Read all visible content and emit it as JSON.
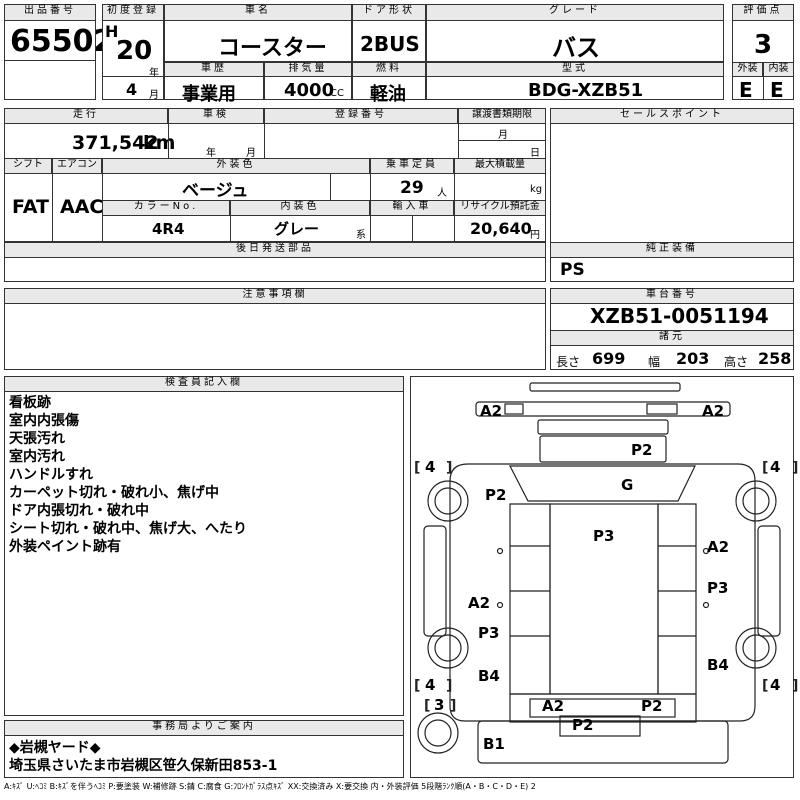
{
  "header": {
    "lot_label": "出品番号",
    "lot_value": "65502",
    "first_reg_label": "初度登録",
    "era": "H",
    "year": "20",
    "year_unit": "年",
    "month": "4",
    "month_unit": "月",
    "car_name_label": "車名",
    "car_name": "コースター",
    "door_label": "ドア形状",
    "door": "2BUS",
    "grade_label": "グレード",
    "grade": "バス",
    "score_label": "評価点",
    "score": "3",
    "history_label": "車歴",
    "history": "事業用",
    "displacement_label": "排気量",
    "displacement": "4000",
    "displacement_unit": "CC",
    "fuel_label": "燃料",
    "fuel": "軽油",
    "model_label": "型式",
    "model": "BDG-XZB51",
    "exterior_label": "外装",
    "exterior": "E",
    "interior_label": "内装",
    "interior": "E"
  },
  "spec": {
    "mileage_label": "走行",
    "mileage": "371,542",
    "mileage_unit": "km",
    "inspection_label": "車検",
    "inspection_year_unit": "年",
    "inspection_month_unit": "月",
    "reg_no_label": "登録番号",
    "transfer_label": "譲渡書類期限",
    "transfer_month_unit": "月",
    "transfer_day_unit": "日",
    "shift_label": "シフト",
    "shift": "FAT",
    "ac_label": "エアコン",
    "ac": "AAC",
    "ext_color_label": "外装色",
    "ext_color": "ベージュ",
    "capacity_label": "乗車定員",
    "capacity": "29",
    "capacity_unit": "人",
    "load_label": "最大積載量",
    "load_unit": "kg",
    "color_no_label": "カラーNo.",
    "color_no": "4R4",
    "int_color_label": "内装色",
    "int_color": "グレー",
    "int_color_unit": "系",
    "import_label": "輸入車",
    "recycle_label": "リサイクル預託金",
    "recycle": "20,640",
    "recycle_unit": "円",
    "later_parts_label": "後日発送部品",
    "caution_label": "注意事項欄"
  },
  "right": {
    "sales_point_label": "セールスポイント",
    "equipment_label": "純正装備",
    "equipment": "PS",
    "chassis_label": "車台番号",
    "chassis": "XZB51-0051194",
    "dims_label": "諸元",
    "length_label": "長さ",
    "length": "699",
    "width_label": "幅",
    "width": "203",
    "height_label": "高さ",
    "height": "258"
  },
  "inspector": {
    "label": "検査員記入欄",
    "notes": [
      "看板跡",
      "室内内張傷",
      "天張汚れ",
      "室内汚れ",
      "ハンドルすれ",
      "カーペット切れ・破れ小、焦げ中",
      "ドア内張切れ・破れ中",
      "シート切れ・破れ中、焦げ大、へたり",
      "外装ペイント跡有"
    ]
  },
  "office": {
    "label": "事務局よりご案内",
    "line1": "◆岩槻ヤード◆",
    "line2": "埼玉県さいたま市岩槻区笹久保新田853-1"
  },
  "diagram_marks": {
    "front_left": "A2",
    "front_right": "A2",
    "hood": "P2",
    "windshield": "G",
    "left_front_door": "P2",
    "roof": "P3",
    "right_front": "A2",
    "right_mid": "P3",
    "left_mid": "A2",
    "left_rear": "P3",
    "left_rear_wheel": "B4",
    "right_rear_wheel": "B4",
    "rear_left": "A2",
    "rear_right": "P2",
    "rear_center": "P2",
    "rear_bumper": "B1",
    "tire_fl": "4",
    "tire_fr": "4",
    "tire_rl": "4",
    "tire_rr": "4",
    "spare": "3"
  },
  "legend": "A:ｷｽﾞ U:ﾍｺﾐ B:ｷｽﾞを伴うﾍｺﾐ P:要塗装 W:補修跡 S:錆 C:腐食 G:ﾌﾛﾝﾄｶﾞﾗｽ点ｷｽﾞ XX:交換済み X:要交換 内・外装評価 5段階ﾗﾝｸ順(A・B・C・D・E) 2"
}
